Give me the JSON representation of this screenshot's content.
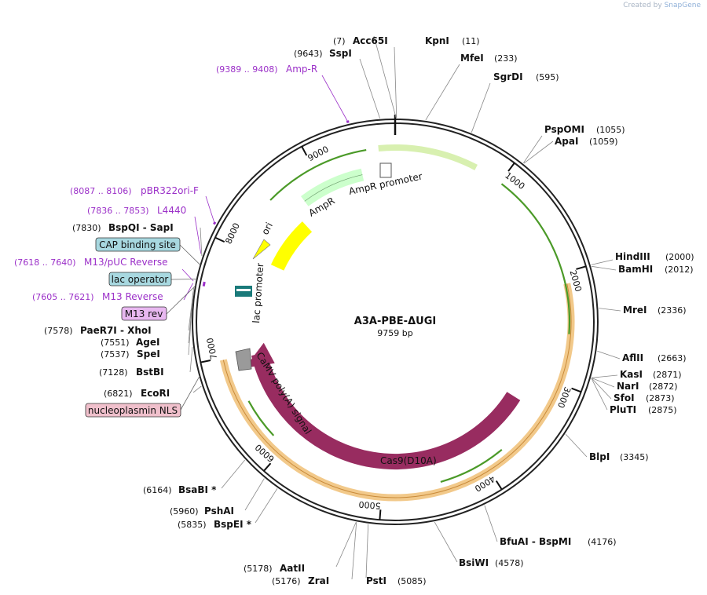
{
  "credit": {
    "prefix": "Created by",
    "brand": "SnapGene"
  },
  "plasmid": {
    "name": "A3A-PBE-ΔUGI",
    "size_label": "9759 bp",
    "size": 9759
  },
  "ring_ticks": [
    {
      "label": "1000",
      "pos": 1000
    },
    {
      "label": "2000",
      "pos": 2000
    },
    {
      "label": "3000",
      "pos": 3000
    },
    {
      "label": "4000",
      "pos": 4000
    },
    {
      "label": "5000",
      "pos": 5000
    },
    {
      "label": "6000",
      "pos": 6000
    },
    {
      "label": "7000",
      "pos": 7000
    },
    {
      "label": "8000",
      "pos": 8000
    },
    {
      "label": "9000",
      "pos": 9000
    }
  ],
  "enzymes": [
    {
      "name": "Acc65I",
      "pos_label": "(7)",
      "pos": 7
    },
    {
      "name": "KpnI",
      "pos_label": "(11)",
      "pos": 11
    },
    {
      "name": "SspI",
      "pos_label": "(9643)",
      "pos": 9643
    },
    {
      "name": "MfeI",
      "pos_label": "(233)",
      "pos": 233
    },
    {
      "name": "SgrDI",
      "pos_label": "(595)",
      "pos": 595
    },
    {
      "name": "PspOMI",
      "pos_label": "(1055)",
      "pos": 1055
    },
    {
      "name": "ApaI",
      "pos_label": "(1059)",
      "pos": 1059
    },
    {
      "name": "HindIII",
      "pos_label": "(2000)",
      "pos": 2000
    },
    {
      "name": "BamHI",
      "pos_label": "(2012)",
      "pos": 2012
    },
    {
      "name": "MreI",
      "pos_label": "(2336)",
      "pos": 2336
    },
    {
      "name": "AflII",
      "pos_label": "(2663)",
      "pos": 2663
    },
    {
      "name": "KasI",
      "pos_label": "(2871)",
      "pos": 2871
    },
    {
      "name": "NarI",
      "pos_label": "(2872)",
      "pos": 2872
    },
    {
      "name": "SfoI",
      "pos_label": "(2873)",
      "pos": 2873
    },
    {
      "name": "PluTI",
      "pos_label": "(2875)",
      "pos": 2875
    },
    {
      "name": "BlpI",
      "pos_label": "(3345)",
      "pos": 3345
    },
    {
      "name": "BfuAI - BspMI",
      "pos_label": "(4176)",
      "pos": 4176
    },
    {
      "name": "BsiWI",
      "pos_label": "(4578)",
      "pos": 4578
    },
    {
      "name": "PstI",
      "pos_label": "(5085)",
      "pos": 5085
    },
    {
      "name": "ZraI",
      "pos_label": "(5176)",
      "pos": 5176
    },
    {
      "name": "AatII",
      "pos_label": "(5178)",
      "pos": 5178
    },
    {
      "name": "BspEI *",
      "pos_label": "(5835)",
      "pos": 5835
    },
    {
      "name": "PshAI",
      "pos_label": "(5960)",
      "pos": 5960
    },
    {
      "name": "BsaBI *",
      "pos_label": "(6164)",
      "pos": 6164
    },
    {
      "name": "EcoRI",
      "pos_label": "(6821)",
      "pos": 6821
    },
    {
      "name": "BstBI",
      "pos_label": "(7128)",
      "pos": 7128
    },
    {
      "name": "SpeI",
      "pos_label": "(7537)",
      "pos": 7537
    },
    {
      "name": "AgeI",
      "pos_label": "(7551)",
      "pos": 7551
    },
    {
      "name": "PaeR7I - XhoI",
      "pos_label": "(7578)",
      "pos": 7578
    },
    {
      "name": "BspQI - SapI",
      "pos_label": "(7830)",
      "pos": 7830
    }
  ],
  "primers": [
    {
      "name": "Amp-R",
      "range": "(9389 .. 9408)"
    },
    {
      "name": "pBR322ori-F",
      "range": "(8087 .. 8106)"
    },
    {
      "name": "L4440",
      "range": "(7836 .. 7853)"
    },
    {
      "name": "M13/pUC Reverse",
      "range": "(7618 .. 7640)"
    },
    {
      "name": "M13 Reverse",
      "range": "(7605 .. 7621)"
    }
  ],
  "boxed_features": [
    {
      "name": "CAP binding site",
      "color": "#a8d8e0"
    },
    {
      "name": "lac operator",
      "color": "#a8d8e0"
    },
    {
      "name": "M13 rev",
      "color": "#e8b8f0"
    },
    {
      "name": "nucleoplasmin NLS",
      "color": "#f0c0cc"
    }
  ],
  "features": [
    {
      "name": "AmpR promoter",
      "color": "#ffffff"
    },
    {
      "name": "AmpR",
      "color": "#ccffcc"
    },
    {
      "name": "ori",
      "color": "#ffff00"
    },
    {
      "name": "lac promoter",
      "color": "#1a7a7a"
    },
    {
      "name": "CaMV poly(A) signal",
      "color": "#9a9a9a"
    },
    {
      "name": "Cas9(D10A)",
      "color": "#982c60"
    }
  ],
  "colors": {
    "orf_highlight": "#f2c98a",
    "orf_arrow": "#4b9a28",
    "feature_purple": "#9b30c8",
    "cas9": "#982c60"
  }
}
